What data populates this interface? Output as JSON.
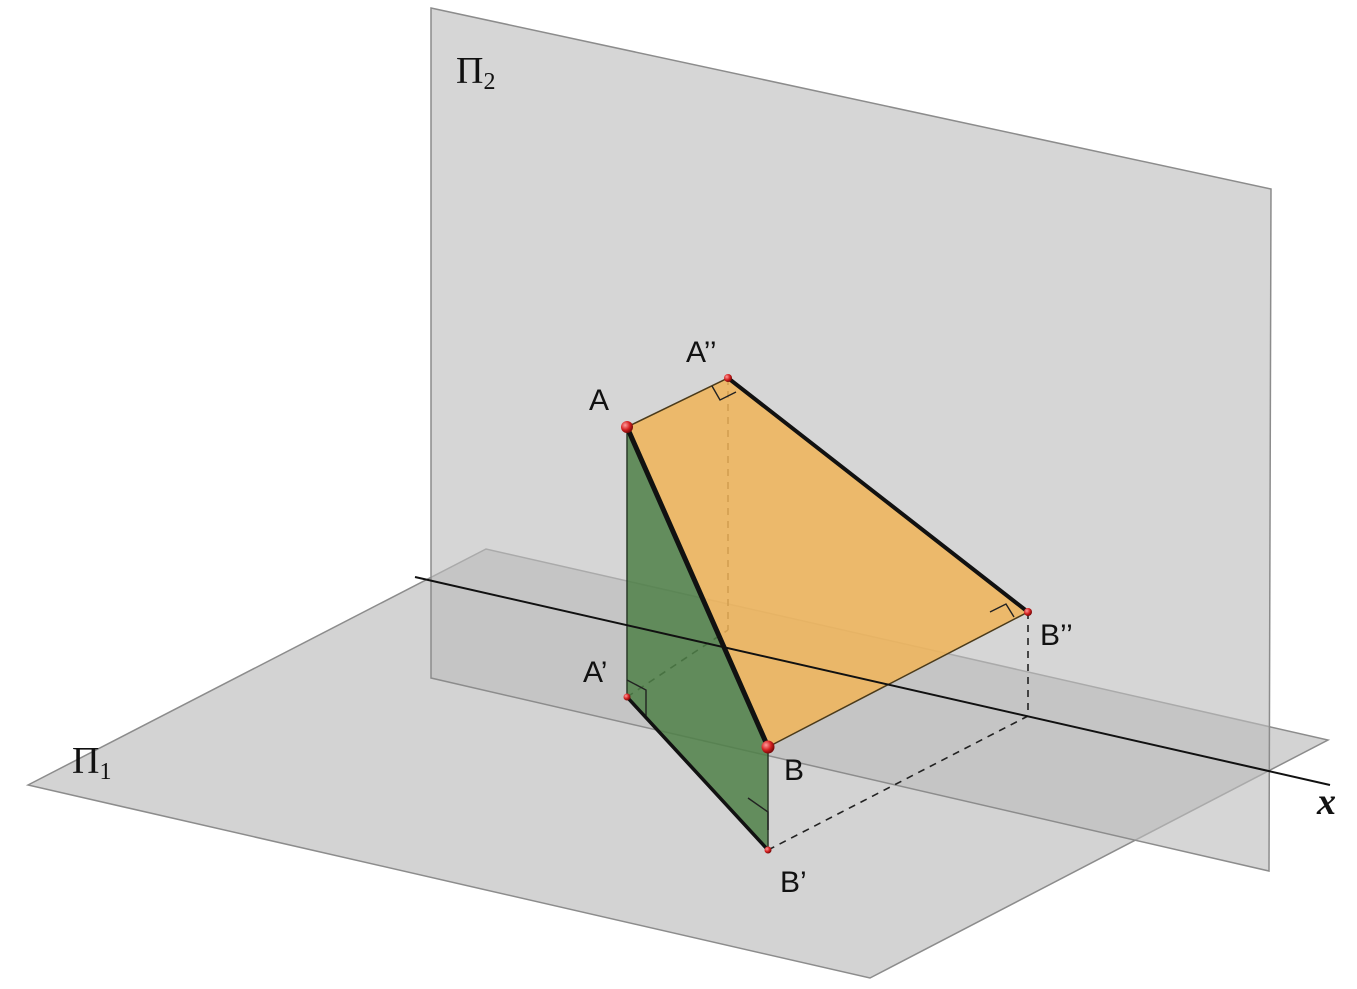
{
  "planes": {
    "frontal": {
      "name": "Π",
      "subscript": "2"
    },
    "horizontal": {
      "name": "Π",
      "subscript": "1"
    }
  },
  "axis": {
    "label": "x"
  },
  "points": {
    "A": "A",
    "A_front": "A’’",
    "A_top": "A’",
    "B": "B",
    "B_front": "B’’",
    "B_top": "B’"
  },
  "colors": {
    "plane_fill": "#c8c8c8",
    "plane_edge": "#8a8a8a",
    "orange_face": "#e8b25e",
    "green_face": "#5e8c5a",
    "point_marker": "#d42020"
  }
}
